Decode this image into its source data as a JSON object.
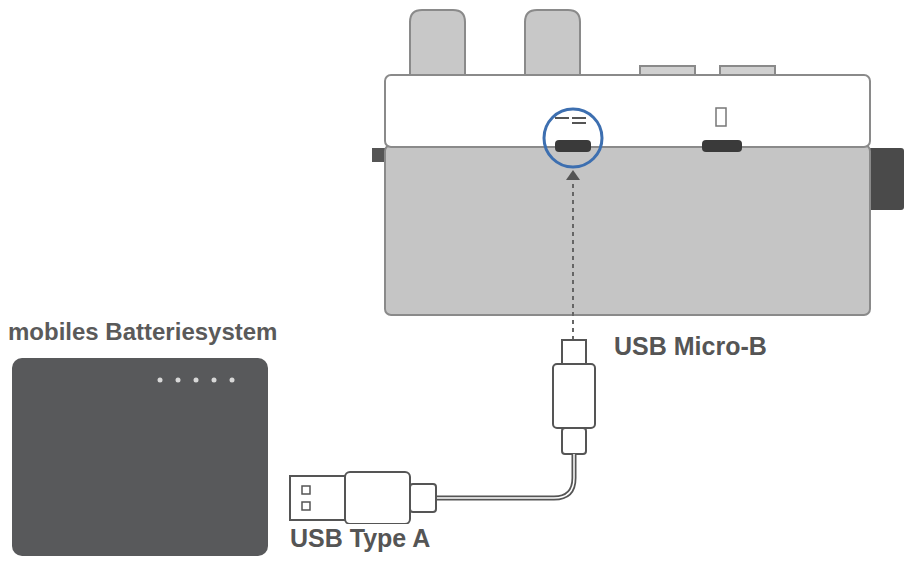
{
  "diagram": {
    "nodes": [
      {
        "text": [
          "mobiles Batteriesystem"
        ]
      }
    ],
    "labels": [
      "USB Micro-B",
      "USB Type A"
    ]
  }
}
